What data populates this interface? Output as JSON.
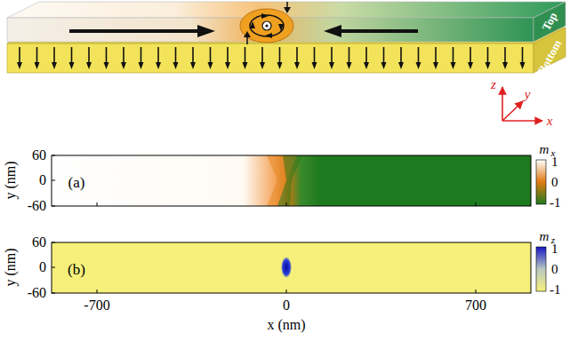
{
  "diagram": {
    "nodes": [
      {
        "text": [
          "Top"
        ]
      },
      {
        "text": [
          "Bottom"
        ]
      },
      {
        "text": [
          "(a)"
        ]
      },
      {
        "text": [
          "(b)"
        ]
      }
    ],
    "labels": [
      "z",
      "y",
      "x",
      "60",
      "0",
      "-60",
      "y (nm)",
      "m",
      "x",
      "1",
      "0",
      "-1",
      "60",
      "0",
      "-60",
      "y (nm)",
      "m",
      "z",
      "1",
      "0",
      "-1",
      "-700",
      "0",
      "700",
      "x (nm)"
    ]
  }
}
